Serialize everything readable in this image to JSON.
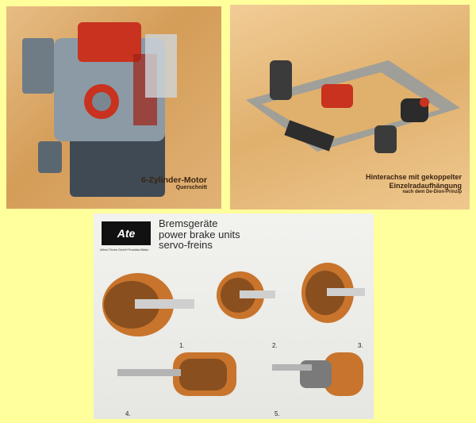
{
  "panels": {
    "engine": {
      "caption_title": "6-Zylinder-Motor",
      "caption_sub": "Querschnitt"
    },
    "axle": {
      "caption_line1": "Hinterachse mit gekoppelter",
      "caption_line2": "Einzelradaufhängung",
      "caption_sub": "nach dem De-Dion-Prinzip"
    },
    "brakes": {
      "logo": "Ate",
      "logo_sub": "Alfred Teves GmbH Frankfurt/Main",
      "title_de": "Bremsgeräte",
      "title_en": "power brake units",
      "title_fr": "servo-freins",
      "labels": [
        "1.",
        "2.",
        "3.",
        "4.",
        "5."
      ]
    }
  },
  "colors": {
    "background": "#ffff9c",
    "engine_red": "#c8321e",
    "brake_orange": "#c8742c"
  }
}
